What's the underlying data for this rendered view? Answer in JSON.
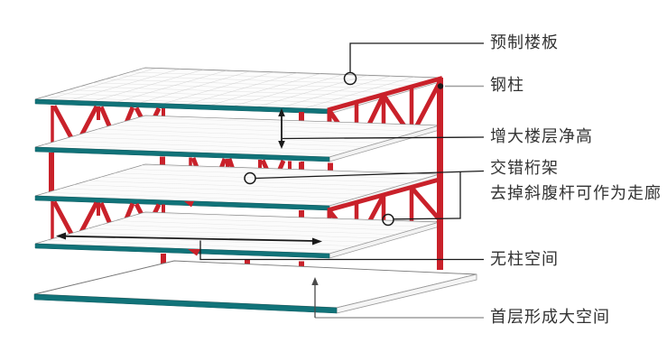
{
  "diagram": {
    "type": "staggered-truss structural system illustration",
    "labels": [
      {
        "id": "precast-floor-slab",
        "text": "预制楼板"
      },
      {
        "id": "steel-column",
        "text": "钢柱"
      },
      {
        "id": "increased-clear-height",
        "text": "增大楼层净高"
      },
      {
        "id": "staggered-truss",
        "text": "交错桁架"
      },
      {
        "id": "corridor-note",
        "text": "去掉斜腹杆可作为走廊"
      },
      {
        "id": "column-free-space",
        "text": "无柱空间"
      },
      {
        "id": "ground-floor-big-space",
        "text": "首层形成大空间"
      }
    ],
    "markers": [
      {
        "id": "circle-on-top-slab",
        "type": "open-circle",
        "points_to": "预制楼板"
      },
      {
        "id": "dot-on-column-top",
        "type": "filled-dot",
        "points_to": "钢柱"
      },
      {
        "id": "vertical-double-arrow",
        "type": "double-arrow",
        "points_to": "增大楼层净高"
      },
      {
        "id": "circle-on-front-truss",
        "type": "open-circle",
        "points_to": "交错桁架"
      },
      {
        "id": "circle-on-right-truss",
        "type": "open-circle",
        "points_to": "去掉斜腹杆可作为走廊"
      },
      {
        "id": "horizontal-double-arrow",
        "type": "double-arrow",
        "points_to": "无柱空间"
      },
      {
        "id": "up-arrow-to-ground-slab",
        "type": "arrow-up",
        "points_to": "首层形成大空间"
      }
    ],
    "colors": {
      "truss_red": "#c9212a",
      "slab_edge_teal": "#117379",
      "slab_surface": "#fbfbfb",
      "grid_line": "#d6d6d6",
      "leader_black": "#1a1a1a",
      "leader_gray": "#9e9e9e",
      "text": "#333333",
      "background": "#ffffff"
    }
  }
}
